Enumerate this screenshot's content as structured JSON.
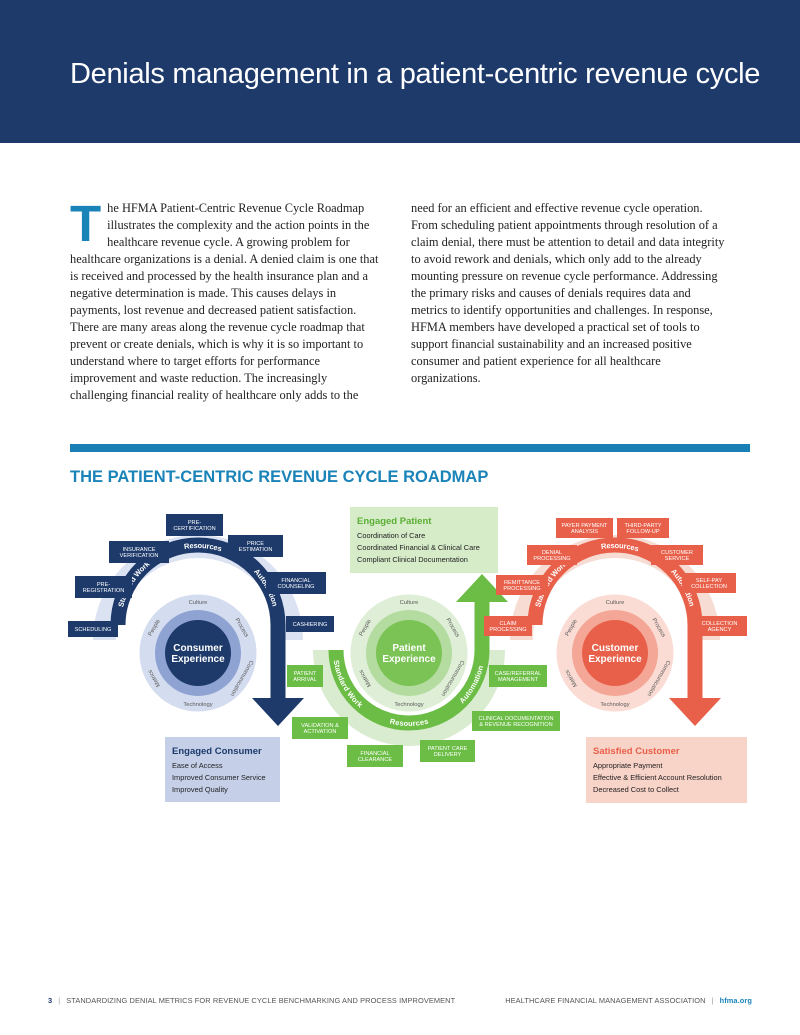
{
  "header": {
    "title": "Denials management in a patient-centric revenue cycle"
  },
  "article": {
    "dropcap": "T",
    "col1": "he HFMA Patient-Centric Revenue Cycle Roadmap illustrates the complexity and the action points in the healthcare revenue cycle. A growing problem for healthcare organizations is a denial. A denied claim is one that is received and processed by the health insurance plan and a negative determination is made. This causes delays in payments, lost revenue and decreased patient satisfaction. There are many areas along the revenue cycle roadmap that prevent or create denials, which is why it is so important to understand where to target efforts for performance improvement and waste reduction. The increasingly challenging financial reality of healthcare only adds to the",
    "col2": "need for an efficient and effective revenue cycle operation. From scheduling patient appointments through resolution of a claim denial, there must be attention to detail and data integrity to avoid rework and denials, which only add to the already mounting pressure on revenue cycle performance. Addressing the primary risks and causes of denials requires data and metrics to identify opportunities and challenges. In response, HFMA members have developed a practical set of tools to support financial sustainability and an increased positive consumer and patient experience for all healthcare organizations."
  },
  "roadmap": {
    "title": "THE PATIENT-CENTRIC REVENUE CYCLE ROADMAP",
    "colors": {
      "consumer": "#1d3a6b",
      "consumer_light": "#c5d0e8",
      "patient": "#6bbd45",
      "patient_light": "#d6ebc8",
      "customer": "#e8604a",
      "customer_light": "#f8d3c8"
    },
    "wheels": [
      {
        "center": "Consumer\nExperience",
        "arc_top": "Resources",
        "arc_left": "Standard Work",
        "arc_right": "Automation",
        "ring": [
          "Culture",
          "Process",
          "Communication",
          "Technology",
          "Metrics",
          "People"
        ]
      },
      {
        "center": "Patient\nExperience",
        "arc_bottom": "Resources",
        "arc_left": "Standard Work",
        "arc_right": "Automation",
        "ring": [
          "Culture",
          "Process",
          "Communication",
          "Technology",
          "Metrics",
          "People"
        ]
      },
      {
        "center": "Customer\nExperience",
        "arc_top": "Resources",
        "arc_left": "Standard Work",
        "arc_right": "Automation",
        "ring": [
          "Culture",
          "Process",
          "Communication",
          "Technology",
          "Metrics",
          "People"
        ]
      }
    ],
    "consumer_steps": [
      "PRE-\nCERTIFICATION",
      "PRICE\nESTIMATION",
      "INSURANCE\nVERIFICATION",
      "FINANCIAL\nCOUNSELING",
      "PRE-\nREGISTRATION",
      "SCHEDULING",
      "CASHIERING"
    ],
    "patient_steps": [
      "PATIENT\nARRIVAL",
      "VALIDATION &\nACTIVATION",
      "FINANCIAL\nCLEARANCE",
      "PATIENT CARE\nDELIVERY",
      "CLINICAL DOCUMENTATION\n& REVENUE RECOGNITION",
      "CASE/REFERRAL\nMANAGEMENT"
    ],
    "customer_steps": [
      "PAYER PAYMENT\nANALYSIS",
      "THIRD-PARTY\nFOLLOW-UP",
      "DENIAL\nPROCESSING",
      "CUSTOMER\nSERVICE",
      "REMITTANCE\nPROCESSING",
      "SELF-PAY\nCOLLECTION",
      "CLAIM\nPROCESSING",
      "COLLECTION\nAGENCY"
    ],
    "engaged_patient": {
      "title": "Engaged Patient",
      "items": [
        "Coordination of Care",
        "Coordinated Financial & Clinical Care",
        "Compliant Clinical Documentation"
      ]
    },
    "engaged_consumer": {
      "title": "Engaged Consumer",
      "items": [
        "Ease of Access",
        "Improved Consumer Service",
        "Improved Quality"
      ]
    },
    "satisfied_customer": {
      "title": "Satisfied Customer",
      "items": [
        "Appropriate Payment",
        "Effective & Efficient Account Resolution",
        "Decreased Cost to Collect"
      ]
    }
  },
  "footer": {
    "page": "3",
    "left": "STANDARDIZING DENIAL METRICS FOR REVENUE CYCLE BENCHMARKING AND PROCESS IMPROVEMENT",
    "right": "HEALTHCARE FINANCIAL MANAGEMENT ASSOCIATION",
    "link": "hfma.org"
  }
}
